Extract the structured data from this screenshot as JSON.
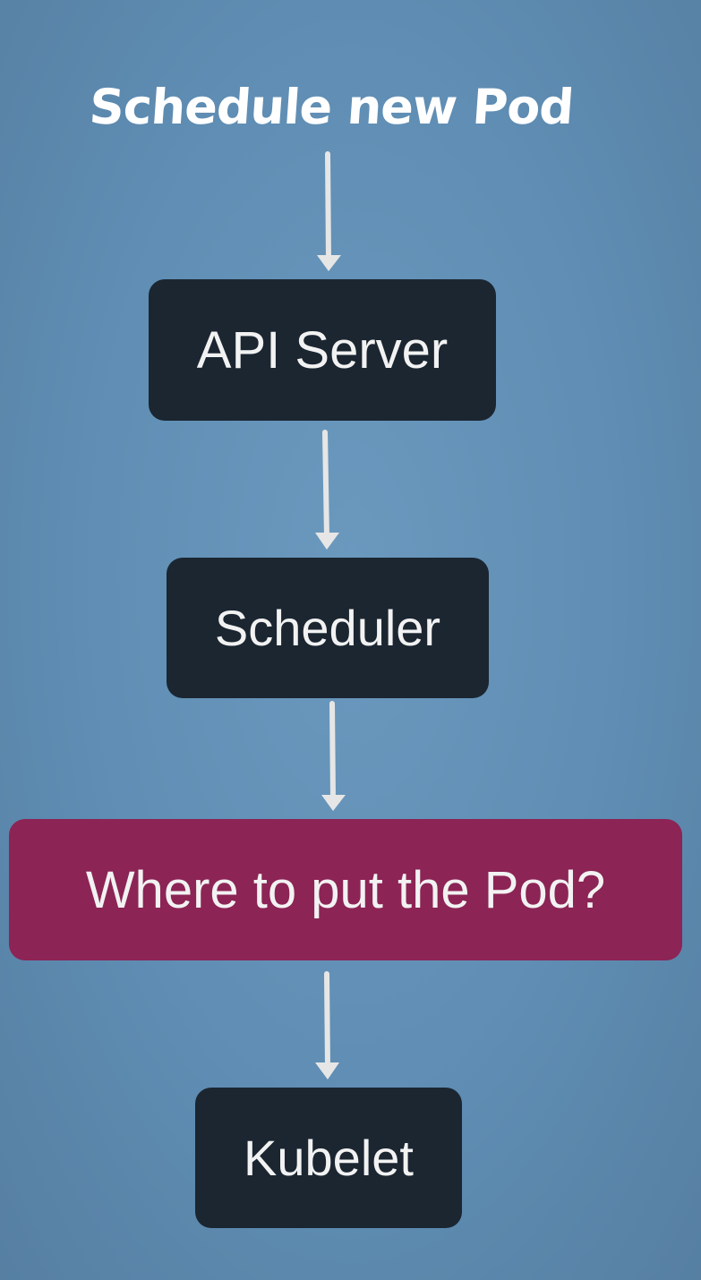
{
  "diagram": {
    "title": "Schedule new Pod",
    "nodes": [
      {
        "id": "api-server",
        "label": "API Server"
      },
      {
        "id": "scheduler",
        "label": "Scheduler"
      },
      {
        "id": "where",
        "label": "Where to put the Pod?"
      },
      {
        "id": "kubelet",
        "label": "Kubelet"
      }
    ],
    "colors": {
      "background": "#5f8eb4",
      "node": "#1b2631",
      "highlight": "#8c2455",
      "text": "#ffffff",
      "arrow": "#e6e6e6"
    }
  }
}
